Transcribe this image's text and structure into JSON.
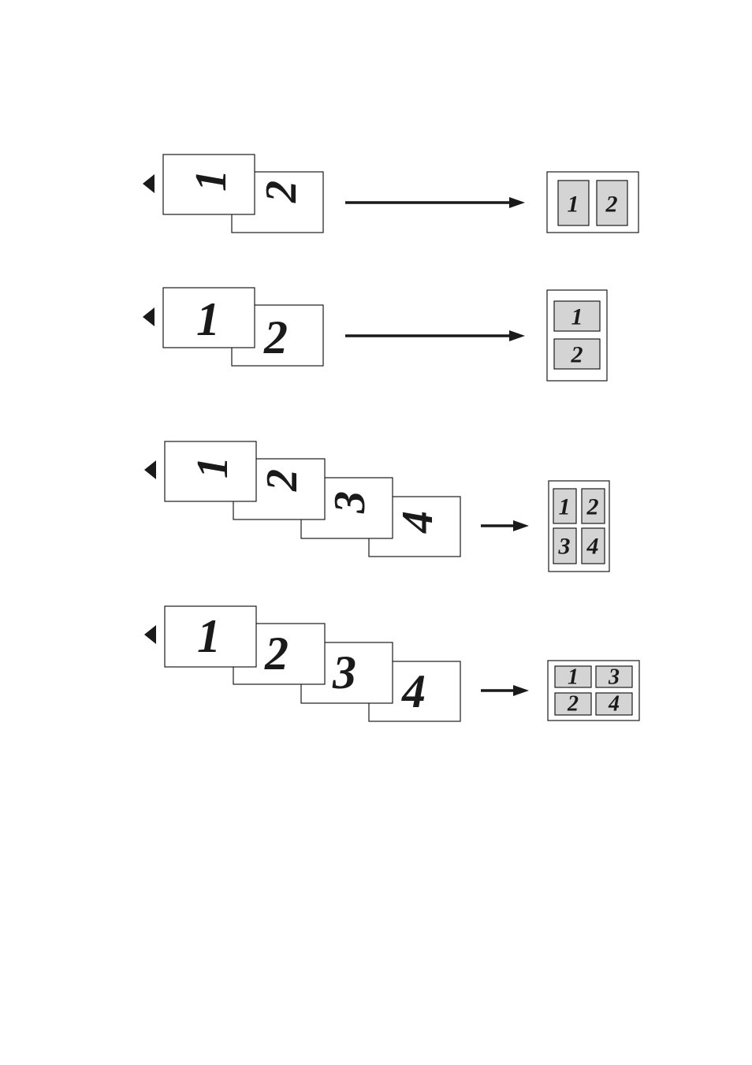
{
  "diagrams": [
    {
      "id": "2in1-portrait",
      "originals": [
        "1",
        "2"
      ],
      "original_orientation": "rotated",
      "result_layout": "2-side-by-side",
      "result_cells": [
        "1",
        "2"
      ]
    },
    {
      "id": "2in1-landscape",
      "originals": [
        "1",
        "2"
      ],
      "original_orientation": "upright",
      "result_layout": "2-stacked",
      "result_cells": [
        "1",
        "2"
      ]
    },
    {
      "id": "4in1-portrait",
      "originals": [
        "1",
        "2",
        "3",
        "4"
      ],
      "original_orientation": "rotated",
      "result_layout": "2x2",
      "result_cells": [
        "1",
        "2",
        "3",
        "4"
      ]
    },
    {
      "id": "4in1-landscape",
      "originals": [
        "1",
        "2",
        "3",
        "4"
      ],
      "original_orientation": "upright",
      "result_layout": "2x2",
      "result_cells": [
        "1",
        "3",
        "2",
        "4"
      ]
    }
  ],
  "colors": {
    "ink": "#1a1a1a",
    "mini_page_fill": "#d4d4d4",
    "paper": "#ffffff"
  }
}
